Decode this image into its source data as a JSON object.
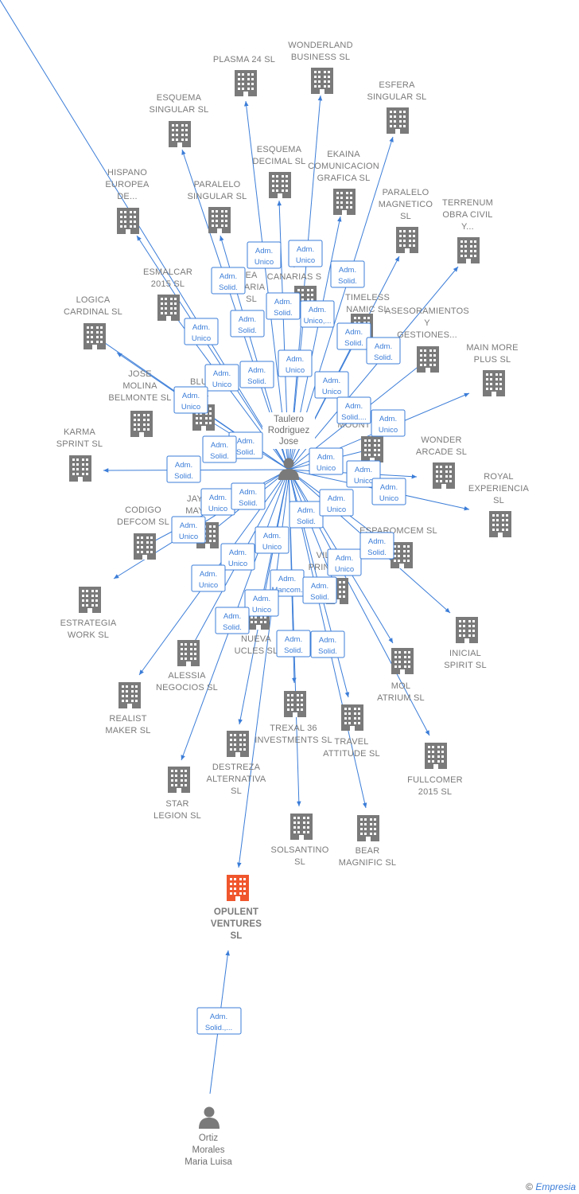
{
  "colors": {
    "edge": "#3b7dd8",
    "company": "#7a7a7a",
    "focus_company": "#f0562d",
    "person": "#7a7a7a"
  },
  "icons": {
    "company": "building-icon",
    "person": "person-icon"
  },
  "center_person": {
    "lines": [
      "Taulero",
      "Rodriguez",
      "Jose"
    ]
  },
  "bottom_person": {
    "lines": [
      "Ortiz",
      "Morales",
      "Maria Luisa"
    ]
  },
  "focus_company": {
    "lines": [
      "OPULENT",
      "VENTURES",
      "SL"
    ]
  },
  "bottom_edge_role": [
    "Adm.",
    "Solid.,..."
  ],
  "companies": [
    {
      "id": "plasma",
      "lines": [
        "PLASMA 24  SL"
      ]
    },
    {
      "id": "wonderland",
      "lines": [
        "WONDERLAND",
        "BUSINESS  SL"
      ]
    },
    {
      "id": "esfera",
      "lines": [
        "ESFERA",
        "SINGULAR  SL"
      ]
    },
    {
      "id": "esquema-singular",
      "lines": [
        "ESQUEMA",
        "SINGULAR  SL"
      ]
    },
    {
      "id": "esquema-decimal",
      "lines": [
        "ESQUEMA",
        "DECIMAL  SL"
      ]
    },
    {
      "id": "ekaina",
      "lines": [
        "EKAINA",
        "COMUNICACION",
        "GRAFICA  SL"
      ]
    },
    {
      "id": "hispano",
      "lines": [
        "HISPANO",
        "EUROPEA",
        "DE..."
      ]
    },
    {
      "id": "paralelo-singular",
      "lines": [
        "PARALELO",
        "SINGULAR  SL"
      ]
    },
    {
      "id": "paralelo-magnetico",
      "lines": [
        "PARALELO",
        "MAGNETICO",
        "SL"
      ]
    },
    {
      "id": "terrenum",
      "lines": [
        "TERRENUM",
        "OBRA CIVIL",
        "Y..."
      ]
    },
    {
      "id": "esmalcar",
      "lines": [
        "ESMALCAR",
        "2015  SL"
      ]
    },
    {
      "id": "logica",
      "lines": [
        "LOGICA",
        "CARDINAL  SL"
      ]
    },
    {
      "id": "canarias",
      "lines": [
        "T",
        "CANARIAS  S"
      ]
    },
    {
      "id": "ea-naria",
      "lines": [
        "EA",
        "NARIA",
        "SL"
      ]
    },
    {
      "id": "timeless",
      "lines": [
        "TIMELESS",
        "NAMIC  SL"
      ]
    },
    {
      "id": "asesoramientos",
      "lines": [
        "ASESORAMIENTOS",
        "Y",
        "GESTIONES..."
      ]
    },
    {
      "id": "main-more",
      "lines": [
        "MAIN MORE",
        "PLUS  SL"
      ]
    },
    {
      "id": "jose-molina",
      "lines": [
        "JOSE",
        "MOLINA",
        "BELMONTE  SL"
      ]
    },
    {
      "id": "blu",
      "lines": [
        "BLU",
        "N  SL"
      ]
    },
    {
      "id": "mount",
      "lines": [
        "MOUNT"
      ]
    },
    {
      "id": "karma",
      "lines": [
        "KARMA",
        "SPRINT  SL"
      ]
    },
    {
      "id": "wonder-arcade",
      "lines": [
        "WONDER",
        "ARCADE  SL"
      ]
    },
    {
      "id": "royal",
      "lines": [
        "ROYAL",
        "EXPERIENCIA",
        "SL"
      ]
    },
    {
      "id": "codigo",
      "lines": [
        "CODIGO",
        "DEFCOM  SL"
      ]
    },
    {
      "id": "jay",
      "lines": [
        "JAY",
        "MAY"
      ]
    },
    {
      "id": "vila",
      "lines": [
        "VILA",
        "PRINC  L"
      ]
    },
    {
      "id": "esparomcem",
      "lines": [
        "ESPAROMCEM SL"
      ]
    },
    {
      "id": "estrategia",
      "lines": [
        "ESTRATEGIA",
        "WORK  SL"
      ]
    },
    {
      "id": "nueva",
      "lines": [
        "NUEVA",
        "UCLES  SL"
      ]
    },
    {
      "id": "inicial",
      "lines": [
        "INICIAL",
        "SPIRIT  SL"
      ]
    },
    {
      "id": "alessia",
      "lines": [
        "ALESSIA",
        "NEGOCIOS  SL"
      ]
    },
    {
      "id": "mol",
      "lines": [
        "MOL",
        "ATRIUM  SL"
      ]
    },
    {
      "id": "realist",
      "lines": [
        "REALIST",
        "MAKER  SL"
      ]
    },
    {
      "id": "trexal",
      "lines": [
        "TREXAL 36",
        "INVESTMENTS SL"
      ]
    },
    {
      "id": "travel",
      "lines": [
        "TRAVEL",
        "ATTITUDE  SL"
      ]
    },
    {
      "id": "fullcomer",
      "lines": [
        "FULLCOMER",
        "2015  SL"
      ]
    },
    {
      "id": "destreza",
      "lines": [
        "DESTREZA",
        "ALTERNATIVA",
        "SL"
      ]
    },
    {
      "id": "star",
      "lines": [
        "STAR",
        "LEGION  SL"
      ]
    },
    {
      "id": "solsantino",
      "lines": [
        "SOLSANTINO",
        "SL"
      ]
    },
    {
      "id": "bear",
      "lines": [
        "BEAR",
        "MAGNIFIC  SL"
      ]
    }
  ],
  "role_labels": [
    [
      "Adm.",
      "Unico"
    ],
    [
      "Adm.",
      "Unico"
    ],
    [
      "Adm.",
      "Solid."
    ],
    [
      "Adm.",
      "Solid."
    ],
    [
      "Adm.",
      "Solid."
    ],
    [
      "Adm.",
      "Unico,..."
    ],
    [
      "Adm.",
      "Solid."
    ],
    [
      "Adm.",
      "Solid."
    ],
    [
      "Adm.",
      "Solid."
    ],
    [
      "Adm.",
      "Unico"
    ],
    [
      "Adm.",
      "Unico"
    ],
    [
      "Adm.",
      "Solid."
    ],
    [
      "Adm.",
      "Unico"
    ],
    [
      "Adm.",
      "Unico"
    ],
    [
      "Adm.",
      "Unico"
    ],
    [
      "Adm.",
      "Solid...."
    ],
    [
      "Adm.",
      "Unico"
    ],
    [
      "Adm.",
      "Solid."
    ],
    [
      "Adm.",
      "Solid."
    ],
    [
      "Adm.",
      "Solid."
    ],
    [
      "Adm.",
      "Unico"
    ],
    [
      "Adm.",
      "Unico"
    ],
    [
      "Adm.",
      "Unico"
    ],
    [
      "Adm.",
      "Unico"
    ],
    [
      "Adm.",
      "Solid."
    ],
    [
      "Adm.",
      "Unico"
    ],
    [
      "Adm.",
      "Solid."
    ],
    [
      "Adm.",
      "Unico"
    ],
    [
      "Adm.",
      "Unico"
    ],
    [
      "Adm.",
      "Unico"
    ],
    [
      "Adm.",
      "Unico"
    ],
    [
      "Adm.",
      "Mancom."
    ],
    [
      "Adm.",
      "Unico"
    ],
    [
      "Adm.",
      "Solid."
    ],
    [
      "Adm.",
      "Solid."
    ],
    [
      "Adm.",
      "Unico"
    ],
    [
      "Adm.",
      "Solid."
    ],
    [
      "Adm.",
      "Solid."
    ],
    [
      "Adm.",
      "Solid."
    ]
  ],
  "credit": {
    "symbol": "©",
    "brand": "Empresia"
  }
}
